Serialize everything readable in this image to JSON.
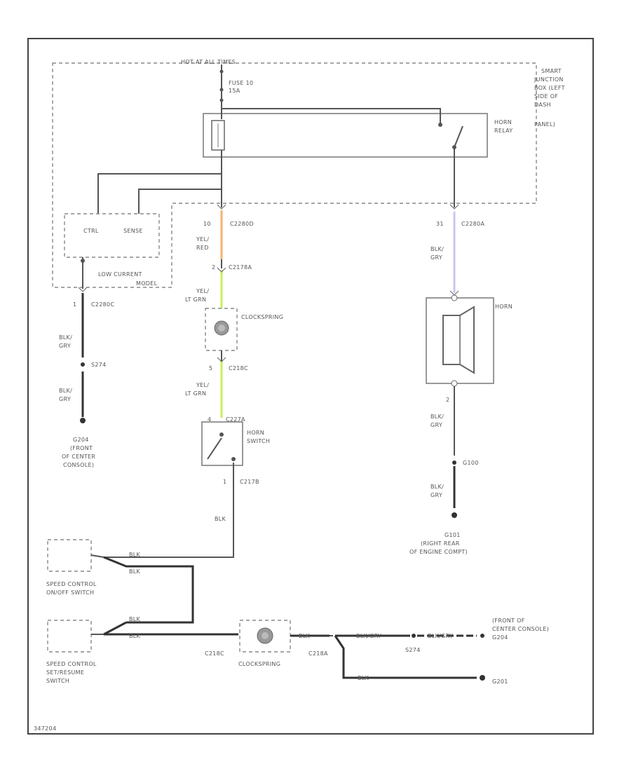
{
  "labels": {
    "hot_at_all_times": "HOT AT ALL TIMES",
    "fuse": "FUSE 10",
    "fuse_amp": "15A",
    "sjb1": "SMART",
    "sjb2": "JUNCTION",
    "sjb3": "BOX (LEFT",
    "sjb4": "SIDE OF",
    "sjb5": "DASH",
    "sjb6": "PANEL)",
    "horn_relay1": "HORN",
    "horn_relay2": "RELAY",
    "ctrl": "CTRL",
    "sense": "SENSE",
    "lcm1": "LOW CURRENT",
    "lcm2": "MODEL",
    "pin_c2280d": "10",
    "c2280d": "C2280D",
    "pin_c2280a": "31",
    "c2280a": "C2280A",
    "w1a": "YEL/",
    "w1b": "RED",
    "c2178a": "C2178A",
    "pin_c2178a": "2",
    "w2a": "YEL/",
    "w2b": "LT GRN",
    "clockspring1": "CLOCKSPRING",
    "pin_c218c": "5",
    "c218c": "C218C",
    "w3a": "YEL/",
    "w3b": "LT GRN",
    "pin_c227a": "4",
    "c227a": "C227A",
    "horn_switch1": "HORN",
    "horn_switch2": "SWITCH",
    "pin_c217b": "1",
    "c217b": "C217B",
    "blk1": "BLK",
    "pin_c2280c": "1",
    "c2280c": "C2280C",
    "w4a": "BLK/",
    "w4b": "GRY",
    "s274": "S274",
    "w5a": "BLK/",
    "w5b": "GRY",
    "g204a": "G204",
    "g204b": "(FRONT",
    "g204c": "OF CENTER",
    "g204d": "CONSOLE)",
    "w6a": "BLK/",
    "w6b": "GRY",
    "horn": "HORN",
    "pin_horn2": "2",
    "w7a": "BLK/",
    "w7b": "GRY",
    "g100": "G100",
    "w8a": "BLK/",
    "w8b": "GRY",
    "g101a": "G101",
    "g101b": "(RIGHT REAR",
    "g101c": "OF ENGINE COMPT)",
    "blk2": "BLK",
    "blk3": "BLK",
    "sc_onoff1": "SPEED CONTROL",
    "sc_onoff2": "ON/OFF SWITCH",
    "blk4": "BLK",
    "blk5": "BLK",
    "sc_set1": "SPEED CONTROL",
    "sc_set2": "SET/RESUME",
    "sc_set3": "SWITCH",
    "c218c_b": "C218C",
    "clockspring2": "CLOCKSPRING",
    "blk6": "BLK",
    "c218a": "C218A",
    "blk_gry1": "BLK/GRY",
    "s274b": "S274",
    "blk_gry2": "BLK/GRY",
    "fc1": "(FRONT OF",
    "fc2": "CENTER CONSOLE)",
    "g204e": "G204",
    "blk7": "BLK",
    "g201": "G201",
    "footer": "347204"
  },
  "colors": {
    "yel_red": "#f5b26b",
    "yel_lt_grn": "#c7f05a",
    "blk_gry": "#c9c6f5"
  }
}
